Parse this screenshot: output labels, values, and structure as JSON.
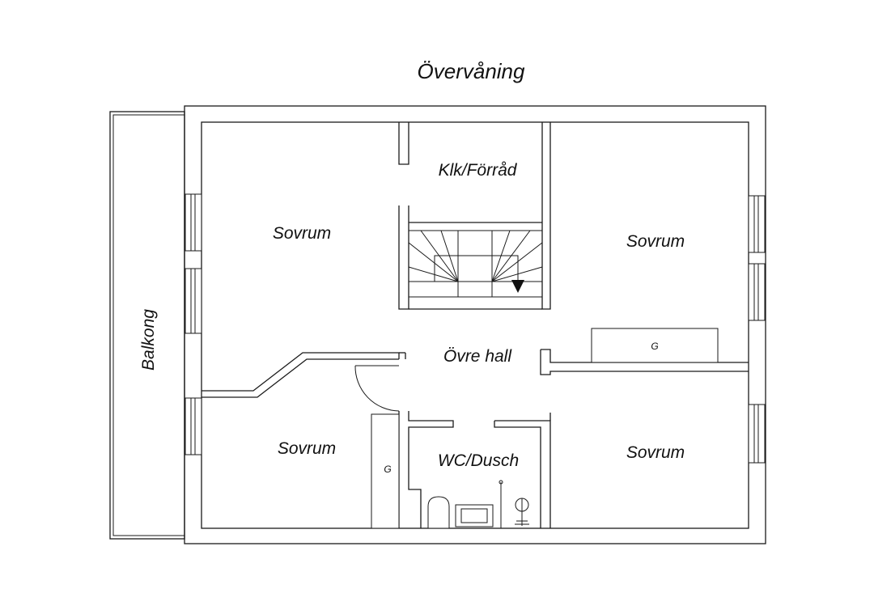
{
  "title": "Övervåning",
  "rooms": {
    "klk_forrad": "Klk/Förråd",
    "sovrum_nw": "Sovrum",
    "sovrum_ne": "Sovrum",
    "ovre_hall": "Övre hall",
    "sovrum_sw": "Sovrum",
    "wc_dusch": "WC/Dusch",
    "sovrum_se": "Sovrum",
    "balkong": "Balkong"
  },
  "closet_marks": {
    "east_closet": "G",
    "west_closet": "G"
  },
  "colors": {
    "line": "#1a1a1a",
    "background": "#ffffff"
  }
}
